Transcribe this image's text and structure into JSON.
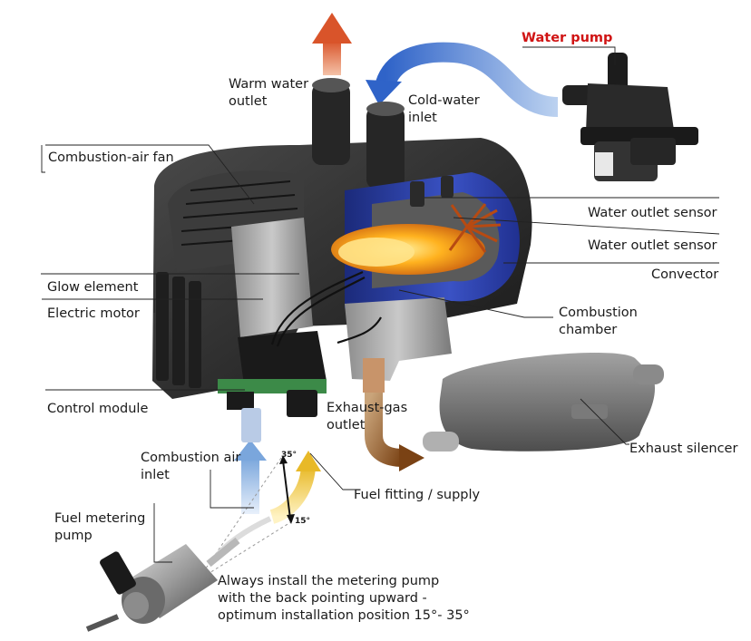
{
  "labels": {
    "water_pump": "Water pump",
    "warm_water_outlet": "Warm water\noutlet",
    "cold_water_inlet": "Cold-water\ninlet",
    "combustion_air_fan": "Combustion-air fan",
    "water_outlet_sensor_1": "Water outlet sensor",
    "water_outlet_sensor_2": "Water outlet sensor",
    "convector": "Convector",
    "glow_element": "Glow element",
    "electric_motor": "Electric motor",
    "combustion_chamber": "Combustion\nchamber",
    "control_module": "Control module",
    "exhaust_gas_outlet": "Exhaust-gas\noutlet",
    "exhaust_silencer": "Exhaust silencer",
    "combustion_air_inlet": "Combustion air\ninlet",
    "fuel_fitting_supply": "Fuel fitting / supply",
    "fuel_metering_pump": "Fuel metering\npump",
    "angle_max": "35°",
    "angle_min": "15°",
    "installation_note": "Always install the metering pump\nwith the back pointing upward -\noptimum installation position 15°- 35°"
  },
  "colors": {
    "water_flow_arrow": "#3f72c8",
    "warm_water_arrow": "#d9542a",
    "air_inlet_arrow": "#8db4e2",
    "fuel_arrow": "#e8b928",
    "exhaust_arrow": "#9a5a22",
    "flame": "#f6a318",
    "water_jacket": "#2a3d9c",
    "housing": "#2c2c2c",
    "label_accent": "#d01414"
  }
}
